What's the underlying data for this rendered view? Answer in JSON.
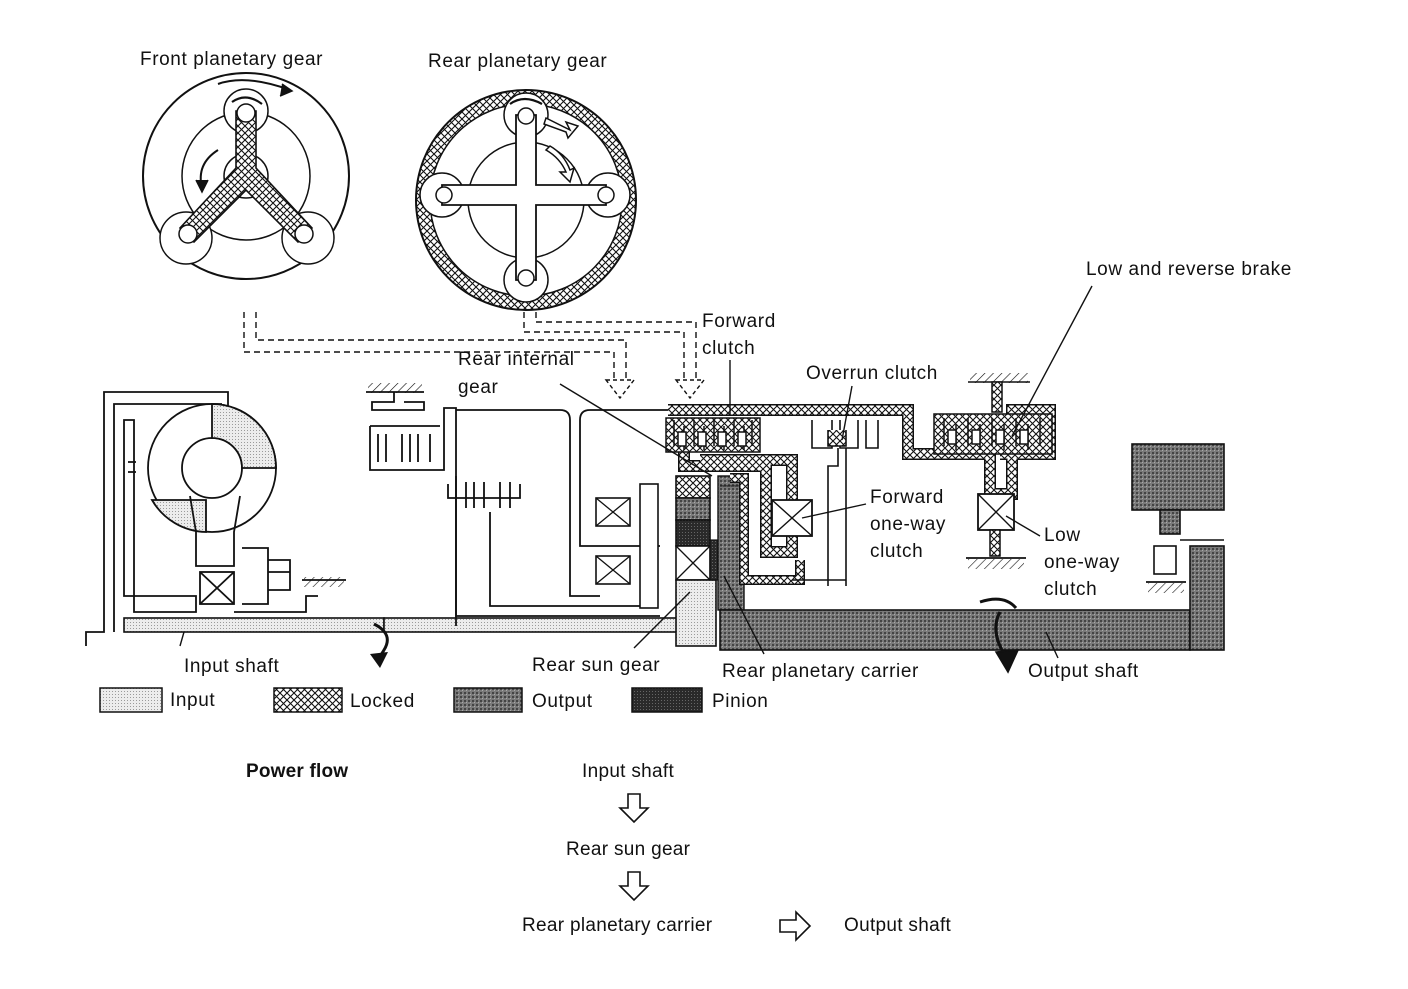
{
  "diagram": {
    "title_front": "Front planetary gear",
    "title_rear": "Rear planetary gear",
    "labels": {
      "forward_clutch": [
        "Forward",
        "clutch"
      ],
      "rear_internal_gear": [
        "Rear internal",
        "gear"
      ],
      "overrun_clutch": "Overrun clutch",
      "low_reverse_brake": "Low and reverse brake",
      "forward_one_way_clutch": [
        "Forward",
        "one-way",
        "clutch"
      ],
      "low_one_way_clutch": [
        "Low",
        "one-way",
        "clutch"
      ],
      "input_shaft": "Input shaft",
      "rear_sun_gear": "Rear sun gear",
      "rear_planetary_carrier": "Rear planetary carrier",
      "output_shaft": "Output shaft"
    }
  },
  "legend": {
    "items": [
      {
        "label": "Input",
        "pattern": "input"
      },
      {
        "label": "Locked",
        "pattern": "locked"
      },
      {
        "label": "Output",
        "pattern": "output"
      },
      {
        "label": "Pinion",
        "pattern": "pinion"
      }
    ]
  },
  "power_flow": {
    "heading": "Power flow",
    "steps": [
      "Input shaft",
      "Rear sun gear",
      "Rear planetary carrier"
    ],
    "final": "Output shaft"
  },
  "colors": {
    "line": "#111111",
    "input_fill": "#e6e6e6",
    "output_fill": "#6f6f6f",
    "pinion_fill": "#333333"
  }
}
